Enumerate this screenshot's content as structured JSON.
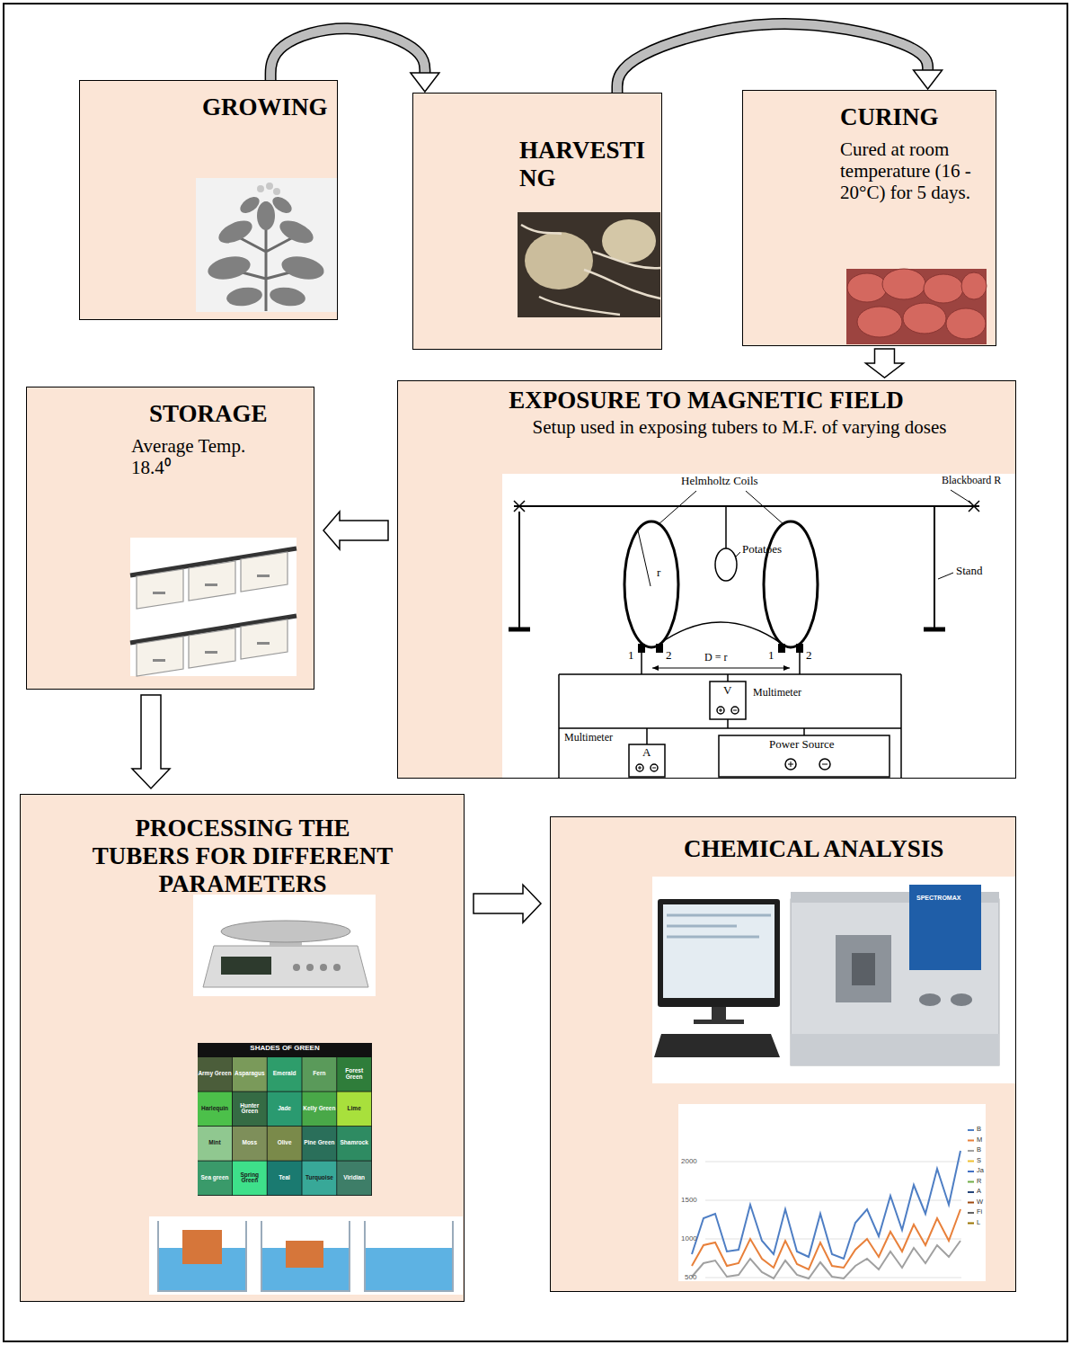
{
  "diagram": {
    "nodes": [
      {
        "text": [
          "GROWING"
        ]
      },
      {
        "text": [
          "HARVESTI NG"
        ]
      },
      {
        "text": [
          "CURING",
          "Cured at room temperature (16 - 20°C) for 5 days."
        ]
      },
      {
        "text": [
          "EXPOSURE TO MAGNETIC FIELD",
          "Setup used in exposing tubers to M.F. of varying doses"
        ]
      },
      {
        "text": [
          "STORAGE",
          "Average Temp. 18.4⁰"
        ]
      },
      {
        "text": [
          "PROCESSING THE TUBERS FOR DIFFERENT PARAMETERS"
        ]
      },
      {
        "text": [
          "CHEMICAL ANALYSIS"
        ]
      }
    ],
    "edges": [
      {
        "from": 0,
        "to": 1,
        "arrow": "to"
      },
      {
        "from": 1,
        "to": 2,
        "arrow": "to"
      },
      {
        "from": 2,
        "to": 3,
        "arrow": "to"
      },
      {
        "from": 3,
        "to": 4,
        "arrow": "to"
      },
      {
        "from": 4,
        "to": 5,
        "arrow": "to"
      },
      {
        "from": 5,
        "to": 6,
        "arrow": "to"
      }
    ],
    "labels": [
      "Helmholtz Coils",
      "Blackboard R",
      "Potatoes",
      "Stand",
      "r",
      "1",
      "2",
      "1",
      "2",
      "D = r",
      "V",
      "Multimeter",
      "Multimeter",
      "A",
      "Power Source",
      "SHADES OF GREEN",
      "Army Green",
      "Asparagus",
      "Emerald",
      "Fern",
      "Forest Green",
      "Harlequin",
      "Hunter Green",
      "Jade",
      "Kelly Green",
      "Lime",
      "Mint",
      "Moss",
      "Olive",
      "Pine Green",
      "Shamrock",
      "Sea green",
      "Spring Green",
      "Teal",
      "Turquoise",
      "Viridian",
      "SPECTROMAX",
      "2000",
      "1500",
      "1000",
      "500",
      "B",
      "M",
      "B",
      "S",
      "Ja",
      "R",
      "A",
      "W",
      "Fi",
      "L"
    ]
  }
}
